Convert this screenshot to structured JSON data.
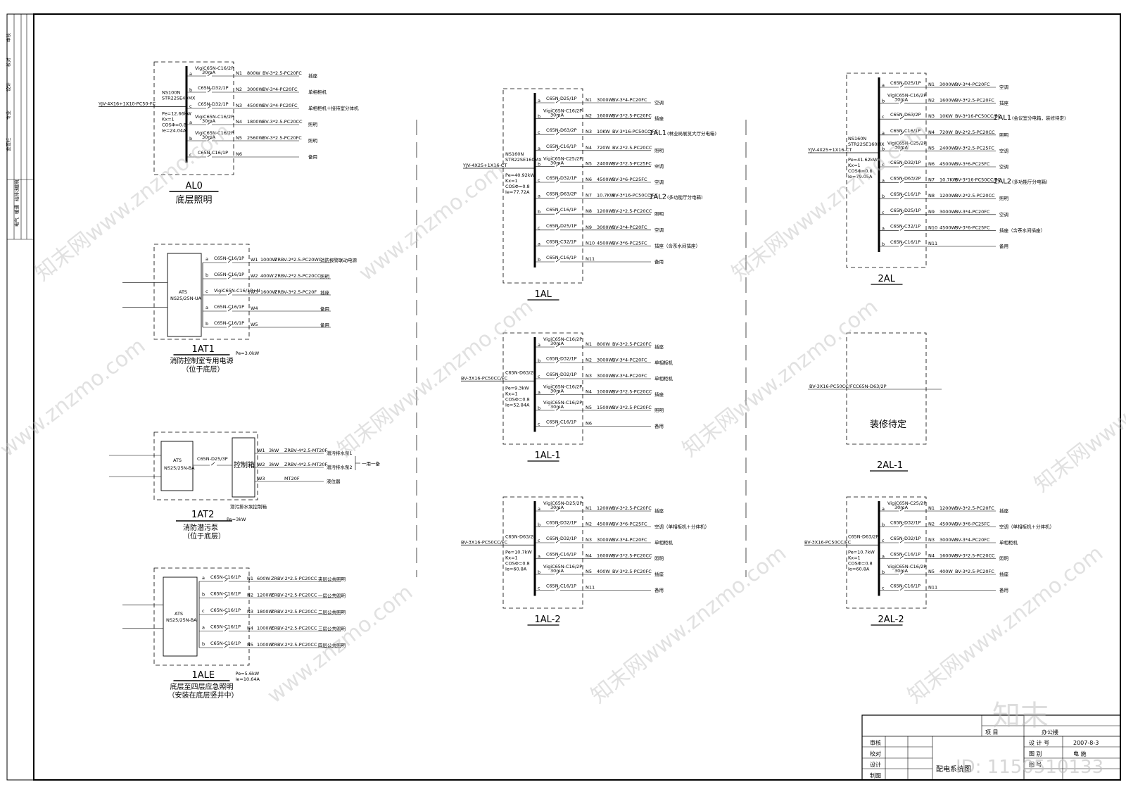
{
  "side_labels": [
    "审核",
    "校对",
    "设计",
    "专业",
    "会签栏",
    "建筑",
    "给排水",
    "暖通",
    "电气"
  ],
  "panels": {
    "AL0": {
      "title": "AL0",
      "subtitle": "底层照明",
      "feeder": "YJV-4X16+1X10-PC50-FC",
      "main": [
        "NS100N",
        "STR22SE40MX"
      ],
      "params": [
        "Pe=12.66kW",
        "Kx=1",
        "COSΦ=0.8",
        "Ie=24.04A"
      ],
      "circuits": [
        {
          "ph": "a",
          "brk": "VigiC65N-C16/2P",
          "brk2": "30mA",
          "n": "N1",
          "p": "800W",
          "cable": "BV-3*2.5-PC20FC",
          "use": "插座"
        },
        {
          "ph": "b",
          "brk": "C65N-D32/1P",
          "brk2": "",
          "n": "N2",
          "p": "3000W",
          "cable": "BV-3*4-PC20FC",
          "use": "单相柜机"
        },
        {
          "ph": "c",
          "brk": "C65N-D32/1P",
          "brk2": "",
          "n": "N3",
          "p": "4500W",
          "cable": "BV-3*4-PC20FC",
          "use": "单相柜机＋接待室分体机"
        },
        {
          "ph": "a",
          "brk": "VigiC65N-C16/2P",
          "brk2": "30mA",
          "n": "N4",
          "p": "1800W",
          "cable": "BV-3*2.5-PC20CC",
          "use": "照明"
        },
        {
          "ph": "b",
          "brk": "VigiC65N-C16/2P",
          "brk2": "30mA",
          "n": "N5",
          "p": "2560W",
          "cable": "BV-3*2.5-PC20FC",
          "use": "照明"
        },
        {
          "ph": "c",
          "brk": "C65N-C16/1P",
          "brk2": "",
          "n": "N6",
          "p": "",
          "cable": "",
          "use": "备用"
        }
      ]
    },
    "1AT1": {
      "title": "1AT1",
      "subtitle": "消防控制室专用电源",
      "note": "（位于底层）",
      "pe": "Pe=3.0kW",
      "ats": [
        "ATS",
        "NS25/25N-UA"
      ],
      "circuits": [
        {
          "ph": "a",
          "brk": "C65N-C16/1P",
          "n": "W1",
          "p": "1000W",
          "cable": "ZRBV-2*2.5-PC20WC",
          "use": "消防报警联动电源"
        },
        {
          "ph": "b",
          "brk": "C65N-C16/1P",
          "n": "W2",
          "p": "400W",
          "cable": "ZRBV-2*2.5-PC20CC",
          "use": "照明"
        },
        {
          "ph": "c",
          "brk": "VigiC65N-C16/1P+N",
          "n": "W3",
          "p": "1600W",
          "cable": "ZRBV-3*2.5-PC20F",
          "use": "插座"
        },
        {
          "ph": "a",
          "brk": "C65N-C16/1P",
          "n": "W4",
          "p": "",
          "cable": "",
          "use": "备用"
        },
        {
          "ph": "b",
          "brk": "C65N-C16/1P",
          "n": "W5",
          "p": "",
          "cable": "",
          "use": "备用"
        }
      ]
    },
    "1AT2": {
      "title": "1AT2",
      "subtitle": "消防潜污泵",
      "note": "（位于底层）",
      "pe": "Pe=3kW",
      "ats": [
        "ATS",
        "NS25/25N-BA"
      ],
      "brk": "C65N-D25/3P",
      "box": "控制箱",
      "circuits": [
        {
          "n": "W1",
          "p": "3kW",
          "cable": "ZRBV-4*2.5-MT20F",
          "use": "潜污排水泵1"
        },
        {
          "n": "W2",
          "p": "3kW",
          "cable": "ZRBV-4*2.5-MT20F",
          "use": "潜污排水泵2"
        },
        {
          "n": "W3",
          "p": "",
          "cable": "MT20F",
          "use": "液位器"
        }
      ],
      "extra": "一用一备",
      "box_note": "潜污排水泵控制箱"
    },
    "1ALE": {
      "title": "1ALE",
      "subtitle": "底层至四层应急照明",
      "note": "（安装在底层竖井中）",
      "pe": "Pe=5.6kW",
      "ie": "Ie=10.64A",
      "ats": [
        "ATS",
        "NS25/25N-BA"
      ],
      "circuits": [
        {
          "ph": "a",
          "brk": "C65N-C16/1P",
          "n": "N1",
          "p": "600W",
          "cable": "ZRBV-2*2.5-PC20CC",
          "use": "夹层公共照明"
        },
        {
          "ph": "b",
          "brk": "C65N-C16/1P",
          "n": "N2",
          "p": "1200W",
          "cable": "ZRBV-2*2.5-PC20CC",
          "use": "一层公共照明"
        },
        {
          "ph": "c",
          "brk": "C65N-C16/1P",
          "n": "N3",
          "p": "1800W",
          "cable": "ZRBV-2*2.5-PC20CC",
          "use": "二层公共照明"
        },
        {
          "ph": "a",
          "brk": "C65N-C16/1P",
          "n": "N4",
          "p": "1000W",
          "cable": "ZRBV-2*2.5-PC20CC",
          "use": "三层公共照明"
        },
        {
          "ph": "b",
          "brk": "C65N-C16/1P",
          "n": "N5",
          "p": "1000W",
          "cable": "ZRBV-2*2.5-PC20CC",
          "use": "四层公共照明"
        }
      ]
    },
    "1AL": {
      "title": "1AL",
      "feeder": "YJV-4X25+1X16-CT",
      "main": [
        "NS160N",
        "STR22SE160MX"
      ],
      "params": [
        "Pe=40.92kW",
        "Kx=1",
        "COSΦ=0.8",
        "Ie=77.72A"
      ],
      "circuits": [
        {
          "ph": "a",
          "brk": "C65N-D25/1P",
          "brk2": "",
          "n": "N1",
          "p": "3000W",
          "cable": "BV-3*4-PC20FC",
          "use": "空调",
          "big": ""
        },
        {
          "ph": "b",
          "brk": "VigiC65N-C16/2P",
          "brk2": "30mA",
          "n": "N2",
          "p": "1600W",
          "cable": "BV-3*2.5-PC20FC",
          "use": "插座",
          "big": ""
        },
        {
          "ph": "c",
          "brk": "C65N-D63/2P",
          "brk2": "",
          "n": "N3",
          "p": "10KW",
          "cable": "BV-3*16-PC50CC/FC",
          "use": "(林业局展览大厅分电箱)",
          "big": "1AL1"
        },
        {
          "ph": "a",
          "brk": "C65N-C16/1P",
          "brk2": "",
          "n": "N4",
          "p": "720W",
          "cable": "BV-2*2.5-PC20CC",
          "use": "照明",
          "big": ""
        },
        {
          "ph": "b",
          "brk": "VigiC65N-C25/2P",
          "brk2": "30mA",
          "n": "N5",
          "p": "2400W",
          "cable": "BV-3*2.5-PC25FC",
          "use": "空调",
          "big": ""
        },
        {
          "ph": "c",
          "brk": "C65N-D32/1P",
          "brk2": "",
          "n": "N6",
          "p": "4500W",
          "cable": "BV-3*6-PC25FC",
          "use": "空调",
          "big": ""
        },
        {
          "ph": "a",
          "brk": "C65N-D63/2P",
          "brk2": "",
          "n": "N7",
          "p": "10.7KW",
          "cable": "BV-3*16-PC50CC/FC",
          "use": "(多功能厅分电箱)",
          "big": "1AL2"
        },
        {
          "ph": "b",
          "brk": "C65N-C16/1P",
          "brk2": "",
          "n": "N8",
          "p": "1200W",
          "cable": "BV-2*2.5-PC20CC",
          "use": "照明",
          "big": ""
        },
        {
          "ph": "c",
          "brk": "C65N-D25/1P",
          "brk2": "",
          "n": "N9",
          "p": "3000W",
          "cable": "BV-3*4-PC20FC",
          "use": "空调",
          "big": ""
        },
        {
          "ph": "a",
          "brk": "C65N-C32/1P",
          "brk2": "",
          "n": "N10",
          "p": "4500W",
          "cable": "BV-3*6-PC25FC",
          "use": "插座（含茶水间插座）",
          "big": ""
        },
        {
          "ph": "b",
          "brk": "C65N-C16/1P",
          "brk2": "",
          "n": "N11",
          "p": "",
          "cable": "",
          "use": "备用",
          "big": ""
        }
      ]
    },
    "1AL-1": {
      "title": "1AL-1",
      "feeder": "BV-3X16-PC50CC/FC",
      "main": [
        "C65N-D63/2P"
      ],
      "params": [
        "Pe=9.3kW",
        "Kx=1",
        "COSΦ=0.8",
        "Ie=52.84A"
      ],
      "circuits": [
        {
          "ph": "a",
          "brk": "VigiC65N-C16/2P",
          "brk2": "30mA",
          "n": "N1",
          "p": "800W",
          "cable": "BV-3*2.5-PC20FC",
          "use": "插座"
        },
        {
          "ph": "b",
          "brk": "C65N-D32/1P",
          "brk2": "",
          "n": "N2",
          "p": "3000W",
          "cable": "BV-3*4-PC20FC",
          "use": "单相柜机"
        },
        {
          "ph": "c",
          "brk": "C65N-D32/1P",
          "brk2": "",
          "n": "N3",
          "p": "3000W",
          "cable": "BV-3*4-PC20FC",
          "use": "单相柜机"
        },
        {
          "ph": "a",
          "brk": "VigiC65N-C16/2P",
          "brk2": "30mA",
          "n": "N4",
          "p": "1000W",
          "cable": "BV-3*2.5-PC20CC",
          "use": "插座"
        },
        {
          "ph": "b",
          "brk": "VigiC65N-C16/2P",
          "brk2": "30mA",
          "n": "N5",
          "p": "1500W",
          "cable": "BV-3*2.5-PC20FC",
          "use": "照明"
        },
        {
          "ph": "c",
          "brk": "C65N-C16/1P",
          "brk2": "",
          "n": "N6",
          "p": "",
          "cable": "",
          "use": "备用"
        }
      ]
    },
    "1AL-2": {
      "title": "1AL-2",
      "feeder": "BV-3X16-PC50CC/FC",
      "main": [
        "C65N-D63/2P"
      ],
      "params": [
        "Pe=10.7kW",
        "Kx=1",
        "COSΦ=0.8",
        "Ie=60.8A"
      ],
      "circuits": [
        {
          "ph": "a",
          "brk": "VigiC65N-D25/2P",
          "brk2": "30mA",
          "n": "N1",
          "p": "1200W",
          "cable": "BV-3*2.5-PC20FC",
          "use": "插座"
        },
        {
          "ph": "b",
          "brk": "C65N-D32/1P",
          "brk2": "",
          "n": "N2",
          "p": "4500W",
          "cable": "BV-3*6-PC25FC",
          "use": "空调（单相柜机＋分体机）"
        },
        {
          "ph": "c",
          "brk": "C65N-D32/1P",
          "brk2": "",
          "n": "N3",
          "p": "3000W",
          "cable": "BV-3*4-PC20FC",
          "use": "单相柜机"
        },
        {
          "ph": "a",
          "brk": "C65N-C16/1P",
          "brk2": "",
          "n": "N4",
          "p": "1600W",
          "cable": "BV-3*2.5-PC20CC",
          "use": "照明"
        },
        {
          "ph": "b",
          "brk": "VigiC65N-C16/2P",
          "brk2": "30mA",
          "n": "N5",
          "p": "400W",
          "cable": "BV-3*2.5-PC20FC",
          "use": "插座"
        },
        {
          "ph": "c",
          "brk": "C65N-C16/1P",
          "brk2": "",
          "n": "N11",
          "p": "",
          "cable": "",
          "use": "备用"
        }
      ]
    },
    "2AL": {
      "title": "2AL",
      "feeder": "YJV-4X25+1X16-CT",
      "main": [
        "NS160N",
        "STR22SE160MX"
      ],
      "params": [
        "Pe=41.62kW",
        "Kx=1",
        "COSΦ=0.8",
        "Ie=79.05A"
      ],
      "circuits": [
        {
          "ph": "a",
          "brk": "C65N-D25/1P",
          "brk2": "",
          "n": "N1",
          "p": "3000W",
          "cable": "BV-3*4-PC20FC",
          "use": "空调",
          "big": ""
        },
        {
          "ph": "b",
          "brk": "VigiC65N-C16/2P",
          "brk2": "30mA",
          "n": "N2",
          "p": "1600W",
          "cable": "BV-3*2.5-PC20FC",
          "use": "插座",
          "big": ""
        },
        {
          "ph": "c",
          "brk": "C65N-D63/2P",
          "brk2": "",
          "n": "N3",
          "p": "10KW",
          "cable": "BV-3*16-PC50CC/FC",
          "use": "(会议室分电箱，装修待定)",
          "big": "2AL1"
        },
        {
          "ph": "a",
          "brk": "C65N-C16/1P",
          "brk2": "",
          "n": "N4",
          "p": "720W",
          "cable": "BV-2*2.5-PC20CC",
          "use": "照明",
          "big": ""
        },
        {
          "ph": "b",
          "brk": "VigiC65N-C25/2P",
          "brk2": "30mA",
          "n": "N5",
          "p": "2400W",
          "cable": "BV-3*2.5-PC25FC",
          "use": "空调",
          "big": ""
        },
        {
          "ph": "c",
          "brk": "C65N-D32/1P",
          "brk2": "",
          "n": "N6",
          "p": "4500W",
          "cable": "BV-3*6-PC25FC",
          "use": "空调",
          "big": ""
        },
        {
          "ph": "a",
          "brk": "C65N-D63/2P",
          "brk2": "",
          "n": "N7",
          "p": "10.7KW",
          "cable": "BV-3*16-PC50CC/FC",
          "use": "(多功能厅分电箱)",
          "big": "2AL2"
        },
        {
          "ph": "b",
          "brk": "C65N-C16/1P",
          "brk2": "",
          "n": "N8",
          "p": "1200W",
          "cable": "BV-2*2.5-PC20CC",
          "use": "照明",
          "big": ""
        },
        {
          "ph": "c",
          "brk": "C65N-D25/1P",
          "brk2": "",
          "n": "N9",
          "p": "3000W",
          "cable": "BV-3*4-PC20FC",
          "use": "空调",
          "big": ""
        },
        {
          "ph": "a",
          "brk": "C65N-C32/1P",
          "brk2": "",
          "n": "N10",
          "p": "4500W",
          "cable": "BV-3*6-PC25FC",
          "use": "插座（含茶水间插座）",
          "big": ""
        },
        {
          "ph": "b",
          "brk": "C65N-C16/1P",
          "brk2": "",
          "n": "N11",
          "p": "",
          "cable": "",
          "use": "备用",
          "big": ""
        }
      ]
    },
    "2AL-1": {
      "title": "2AL-1",
      "feeder": "BV-3X16-PC50CC/FC",
      "main": "C65N-D63/2P",
      "placeholder": "装修待定"
    },
    "2AL-2": {
      "title": "2AL-2",
      "feeder": "BV-3X16-PC50CC/FC",
      "main": [
        "C65N-D63/2P"
      ],
      "params": [
        "Pe=10.7kW",
        "Kx=1",
        "COSΦ=0.8",
        "Ie=60.8A"
      ],
      "circuits": [
        {
          "ph": "a",
          "brk": "VigiC65N-C25/2P",
          "brk2": "30mA",
          "n": "N1",
          "p": "1200W",
          "cable": "BV-3*2.5-PC20FC",
          "use": "插座"
        },
        {
          "ph": "b",
          "brk": "C65N-D32/1P",
          "brk2": "",
          "n": "N2",
          "p": "4500W",
          "cable": "BV-3*6-PC25FC",
          "use": "空调（单相柜机＋分体机）"
        },
        {
          "ph": "c",
          "brk": "C65N-D32/1P",
          "brk2": "",
          "n": "N3",
          "p": "3000W",
          "cable": "BV-3*4-PC20FC",
          "use": "单相柜机"
        },
        {
          "ph": "a",
          "brk": "C65N-C16/1P",
          "brk2": "",
          "n": "N4",
          "p": "1600W",
          "cable": "BV-3*2.5-PC20CC",
          "use": "照明"
        },
        {
          "ph": "b",
          "brk": "VigiC65N-C16/2P",
          "brk2": "30mA",
          "n": "N5",
          "p": "400W",
          "cable": "BV-3*2.5-PC20FC",
          "use": "插座"
        },
        {
          "ph": "c",
          "brk": "C65N-C16/1P",
          "brk2": "",
          "n": "N11",
          "p": "",
          "cable": "",
          "use": "备用"
        }
      ]
    }
  },
  "title_block": {
    "rows": [
      "审核",
      "校对",
      "设计",
      "制图"
    ],
    "project_label": "项 目",
    "project_value": "办公楼",
    "drawing_name": "配电系统图",
    "right_labels": [
      "设 计 号",
      "图 别",
      "图 号"
    ],
    "right_values": [
      "2007-8-3",
      "电 施",
      ""
    ]
  },
  "watermarks": [
    "知末网www.znzmo.com",
    "www.znzmo.com"
  ],
  "logo": "知末",
  "id": "ID: 1150510133"
}
